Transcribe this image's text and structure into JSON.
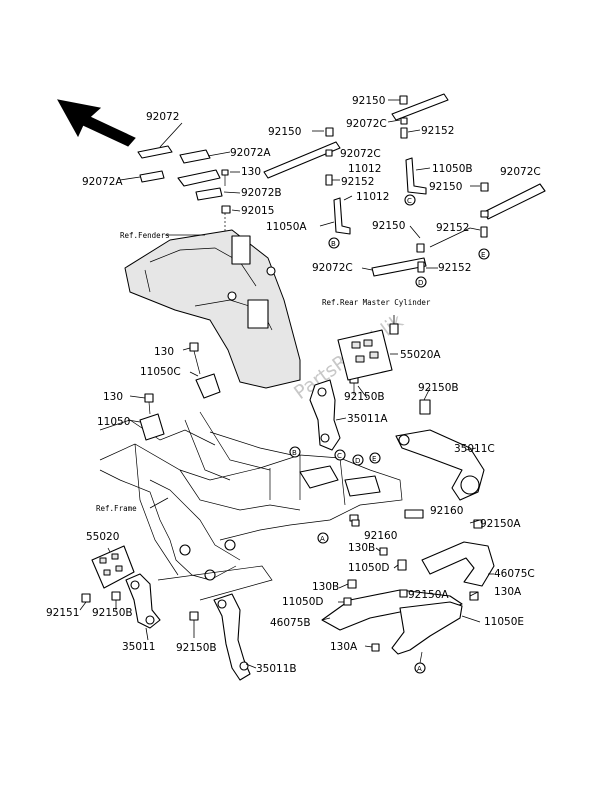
{
  "labels": {
    "l92072": "92072",
    "l92072A_1": "92072A",
    "l92072A_2": "92072A",
    "l130_1": "130",
    "l92072B": "92072B",
    "l92015": "92015",
    "l92150_1": "92150",
    "l92072C_1": "92072C",
    "l92152_1": "92152",
    "l92150_2": "92150",
    "l92072C_2": "92072C",
    "l11012_1": "11012",
    "l11050B": "11050B",
    "l92152_2": "92152",
    "l11012_2": "11012",
    "l92072C_3": "92072C",
    "l92150_3": "92150",
    "l11050A": "11050A",
    "l92150_4": "92150",
    "l92152_3": "92152",
    "l92072C_4": "92072C",
    "l92152_4": "92152",
    "l55020A": "55020A",
    "l130_2": "130",
    "l11050C": "11050C",
    "l92150B_1": "92150B",
    "l130_3": "130",
    "l35011A": "35011A",
    "l92150B_2": "92150B",
    "l11050": "11050",
    "l35011C": "35011C",
    "l92160_1": "92160",
    "l92150A_1": "92150A",
    "l92160_2": "92160",
    "l130B_1": "130B",
    "l55020": "55020",
    "l11050D_1": "11050D",
    "l46075C": "46075C",
    "l130B_2": "130B",
    "l11050D_2": "11050D",
    "l92150A_2": "92150A",
    "l130A_1": "130A",
    "l46075B": "46075B",
    "l11050E": "11050E",
    "l92151": "92151",
    "l92150B_3": "92150B",
    "l35011": "35011",
    "l92150B_4": "92150B",
    "l35011B": "35011B",
    "l130A_2": "130A"
  },
  "refs": {
    "fenders": "Ref.Fenders",
    "rear_master": "Ref.Rear Master Cylinder",
    "frame": "Ref.Frame"
  },
  "callouts": {
    "a": "A",
    "b": "B",
    "c": "C",
    "d": "D",
    "e": "E"
  },
  "watermark": "PartsRepublik"
}
